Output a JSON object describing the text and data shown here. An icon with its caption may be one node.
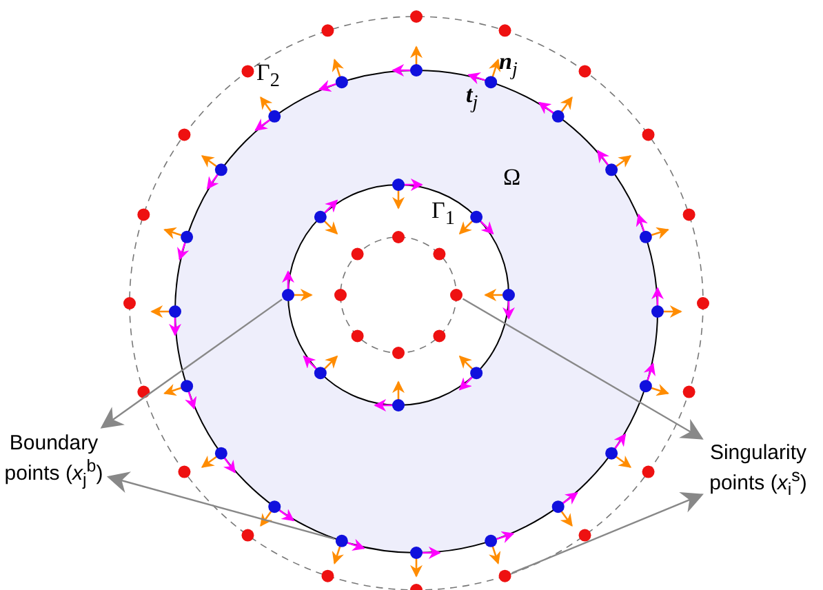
{
  "diagram": {
    "nodes": [
      {
        "text": [
          "Boundary points (*x*$_{j}$$^{b}$)"
        ]
      },
      {
        "text": [
          "Singularity points (*x*$_{i}$$^{s}$)"
        ]
      },
      {
        "text": [],
        "shape": "circle"
      },
      {
        "text": [],
        "shape": "circle"
      },
      {
        "text": [],
        "shape": "circle"
      },
      {
        "text": [],
        "shape": "circle"
      }
    ],
    "edges": [
      {
        "from": 2,
        "to": 0,
        "arrow": "to"
      },
      {
        "from": 3,
        "to": 0,
        "arrow": "to"
      },
      {
        "from": 4,
        "to": 1,
        "arrow": "to"
      },
      {
        "from": 5,
        "to": 1,
        "arrow": "to"
      }
    ],
    "labels": [
      "Γ$_{2}$",
      "**n**$_{j}$",
      "**t**$_{j}$",
      "Ω",
      "Γ$_{1}$"
    ]
  }
}
